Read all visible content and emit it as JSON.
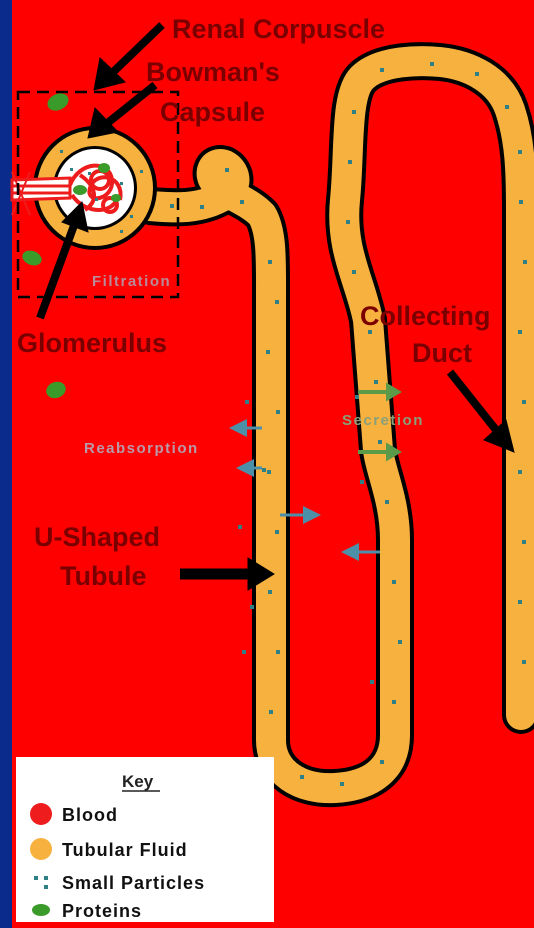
{
  "colors": {
    "background_border": "#0a2a8c",
    "field": "#ff0000",
    "tubule_fluid": "#f7b13f",
    "blood": "#ee1c1c",
    "small_particles": "#2f7f86",
    "proteins": "#3a9a2a",
    "label_text": "#7a0000"
  },
  "labels": {
    "renal_corpuscle": "Renal Corpuscle",
    "bowmans_line1": "Bowman's",
    "bowmans_line2": "Capsule",
    "filtration": "Filtration",
    "glomerulus": "Glomerulus",
    "collecting_line1": "Collecting",
    "collecting_line2": "Duct",
    "secretion": "Secretion",
    "reabsorption": "Reabsorption",
    "u_shaped_line1": "U-Shaped",
    "u_shaped_line2": "Tubule"
  },
  "key": {
    "title": "Key",
    "items": [
      {
        "label": "Blood",
        "icon": "blood-swatch-icon"
      },
      {
        "label": "Tubular Fluid",
        "icon": "tubular-fluid-swatch-icon"
      },
      {
        "label": "Small Particles",
        "icon": "small-particles-icon"
      },
      {
        "label": "Proteins",
        "icon": "protein-icon"
      }
    ]
  }
}
